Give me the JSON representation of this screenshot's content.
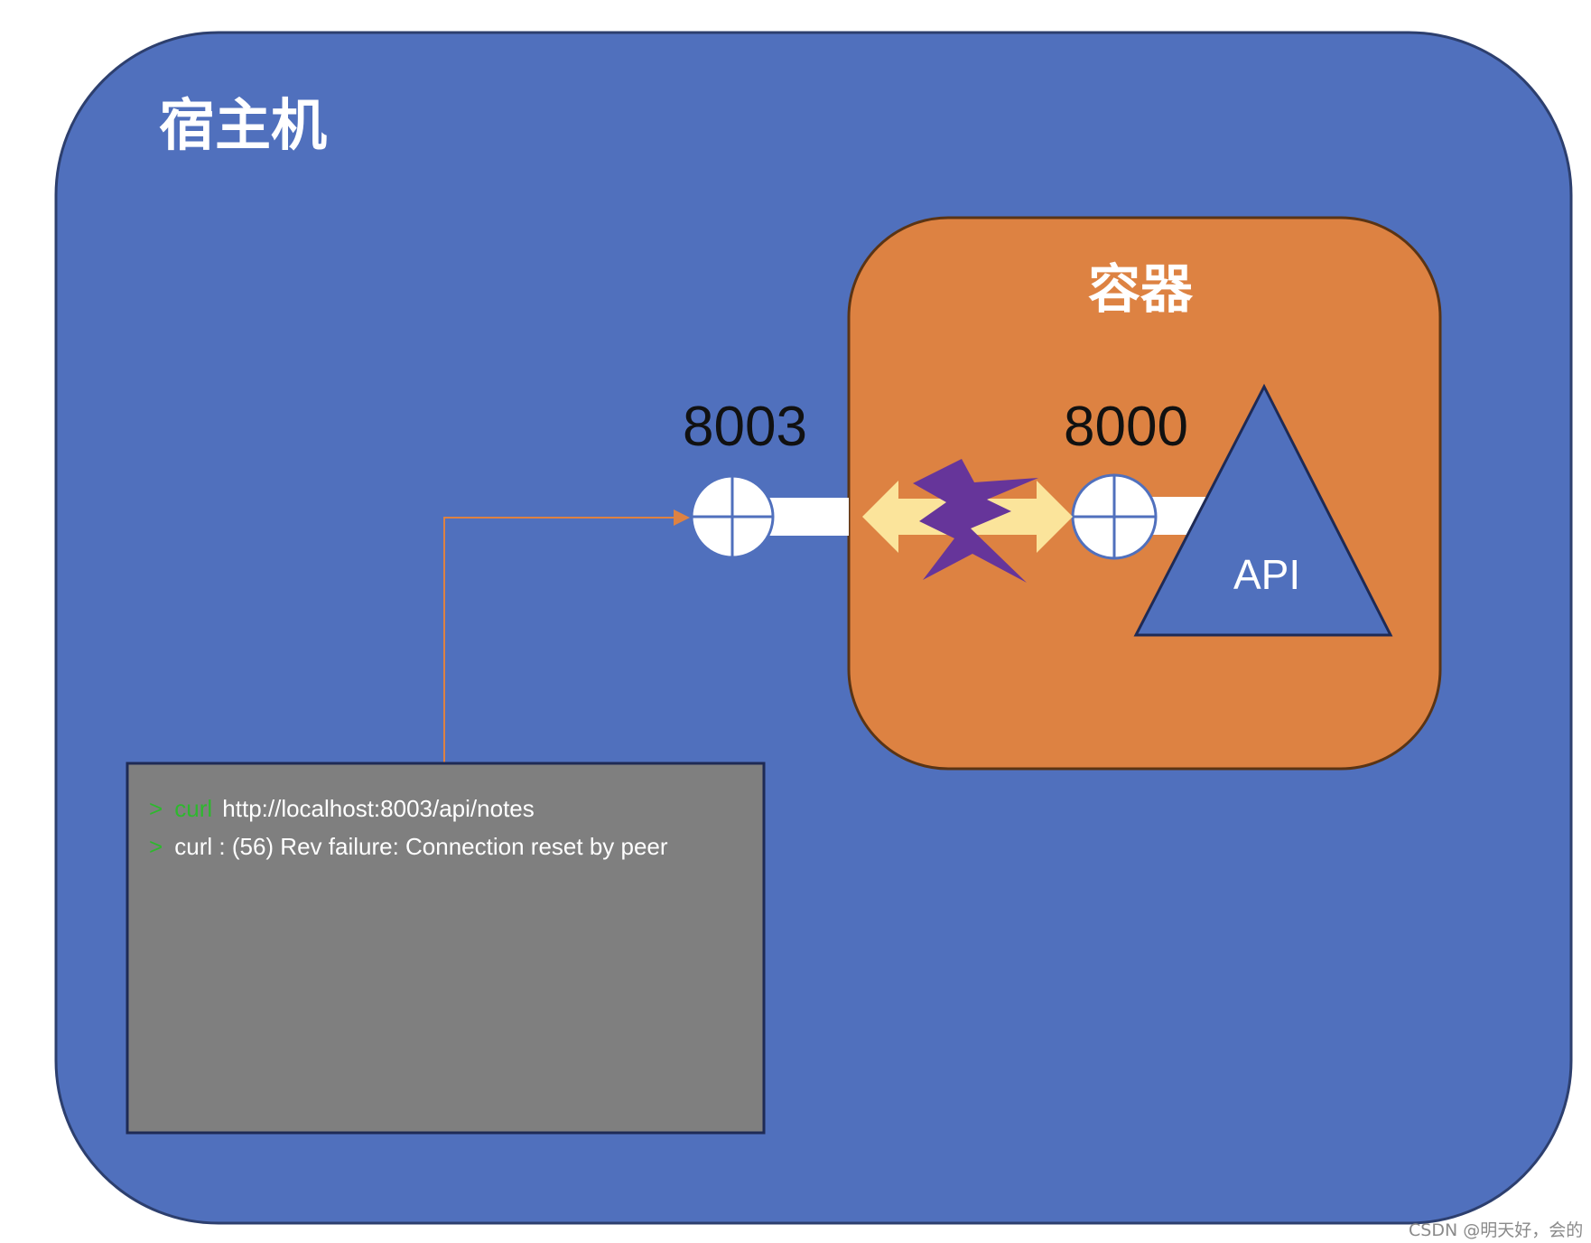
{
  "host": {
    "title": "宿主机"
  },
  "container": {
    "title": "容器"
  },
  "ports": {
    "host_port": "8003",
    "container_port": "8000"
  },
  "api": {
    "label": "API"
  },
  "terminal": {
    "line1": {
      "prompt": ">",
      "command": "curl",
      "arg": "http://localhost:8003/api/notes"
    },
    "line2": {
      "prompt": ">",
      "text": "curl : (56) Rev failure: Connection reset by peer"
    }
  },
  "watermark": "CSDN @明天好，会的",
  "colors": {
    "host_fill": "#5070bd",
    "container_fill": "#dd8242",
    "terminal_fill": "#7f7f7f",
    "arrow_fill": "#fbe49b",
    "break_fill": "#66359a",
    "connector_line": "#dd8242",
    "prompt_green": "#2eb82e"
  },
  "icons": [
    "port-circle-icon",
    "double-arrow-icon",
    "broken-link-icon",
    "api-triangle-icon"
  ]
}
